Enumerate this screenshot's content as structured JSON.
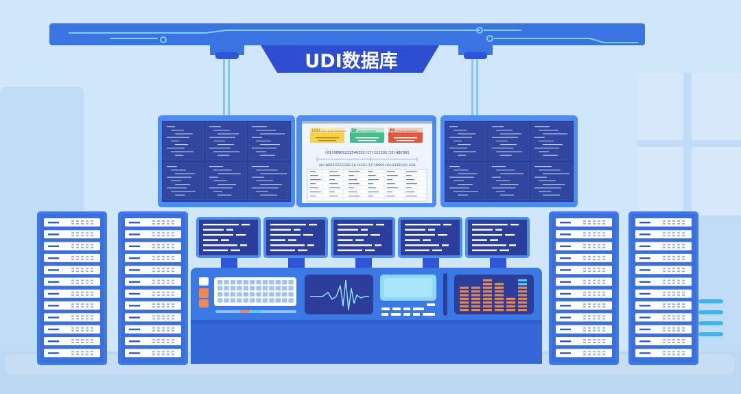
{
  "banner": {
    "title": "UDI数据库"
  },
  "center_screen": {
    "sections": [
      {
        "letter": "UDI",
        "caption": "Unique Device Identification"
      },
      {
        "letter": "DI",
        "caption": "Device Identification"
      },
      {
        "letter": "PI",
        "caption": "Production Identification"
      }
    ],
    "code_line_1": "(01)06901231546332(17)121201(21)ABC001",
    "code_line_2": "(01)00222222233336(11)141231(17)150202(10)A213B1(21)1234"
  },
  "colors": {
    "background": "#cfe6fb",
    "panel_blue": "#3f7ee8",
    "deep_blue": "#2e55d6",
    "navy": "#1f3aa8",
    "screen_bg": "#eaf2fd",
    "accent_cyan": "#4fd4f0",
    "accent_orange": "#f08a4b"
  }
}
